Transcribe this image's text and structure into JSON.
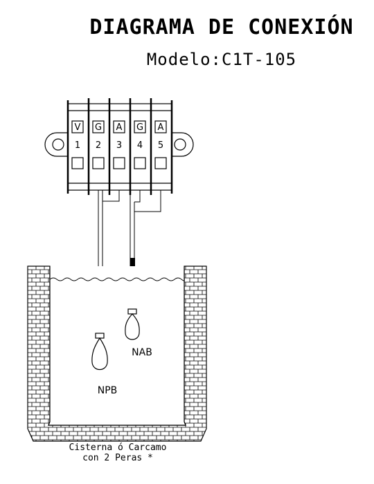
{
  "header": {
    "title": "DIAGRAMA DE CONEXIÓN",
    "model": "Modelo:C1T-105"
  },
  "terminal_block": {
    "terminals": [
      {
        "letter": "V",
        "number": "1"
      },
      {
        "letter": "G",
        "number": "2"
      },
      {
        "letter": "A",
        "number": "3"
      },
      {
        "letter": "G",
        "number": "4"
      },
      {
        "letter": "A",
        "number": "5"
      }
    ]
  },
  "floats": {
    "upper": "NAB",
    "lower": "NPB"
  },
  "caption": {
    "line1": "Cisterna ó Carcamo",
    "line2": "con 2 Peras *"
  }
}
